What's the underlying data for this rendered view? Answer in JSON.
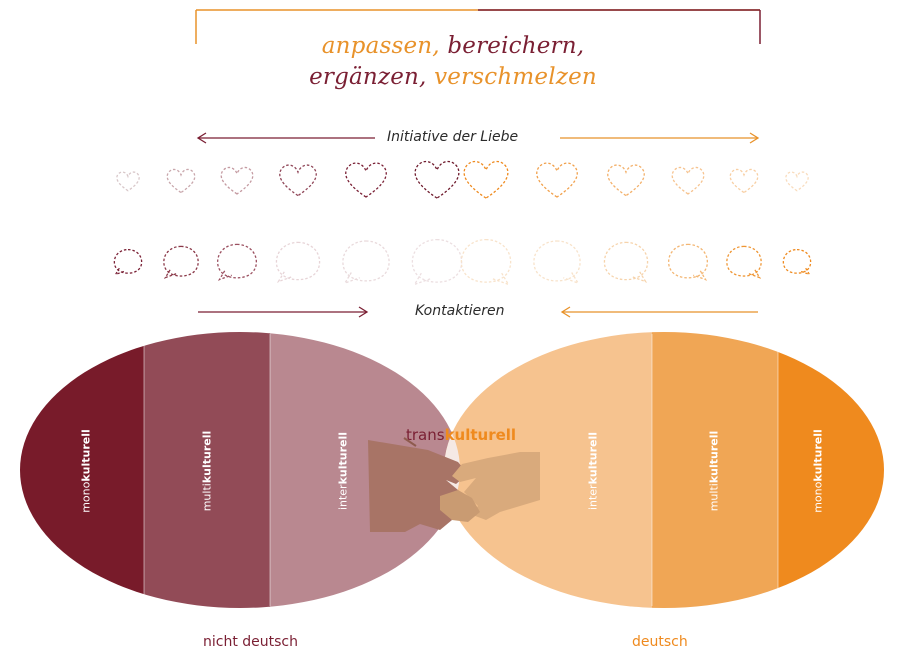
{
  "colors": {
    "maroon": "#7a1f2b",
    "orange": "#ef8a1e",
    "text": "#2b2b2b"
  },
  "title": {
    "line1": [
      {
        "text": "anpassen,",
        "color": "orange"
      },
      {
        "text": "bereichern,",
        "color": "maroon"
      }
    ],
    "line2": [
      {
        "text": "ergänzen,",
        "color": "maroon"
      },
      {
        "text": "verschmelzen",
        "color": "orange"
      }
    ]
  },
  "initiative_label": "Initiative der Liebe",
  "contact_label": "Kontaktieren",
  "hearts": {
    "count": 12,
    "icon": "heart-outline-icon"
  },
  "bubbles": {
    "count": 12,
    "icon": "speech-bubble-icon"
  },
  "left_segments": [
    {
      "prefix": "mono",
      "bold": "kulturell",
      "color": "#781b2a"
    },
    {
      "prefix": "multi",
      "bold": "kulturell",
      "color": "#924b57"
    },
    {
      "prefix": "inter",
      "bold": "kulturell",
      "color": "#b98890"
    }
  ],
  "right_segments": [
    {
      "prefix": "inter",
      "bold": "kulturell",
      "color": "#f6c38f"
    },
    {
      "prefix": "multi",
      "bold": "kulturell",
      "color": "#f0a655"
    },
    {
      "prefix": "mono",
      "bold": "kulturell",
      "color": "#ef8a1e"
    }
  ],
  "center": {
    "prefix": "trans",
    "bold": "kulturell"
  },
  "bottom_left": "nicht deutsch",
  "bottom_right": "deutsch",
  "handshake_icon": "handshake-icon"
}
